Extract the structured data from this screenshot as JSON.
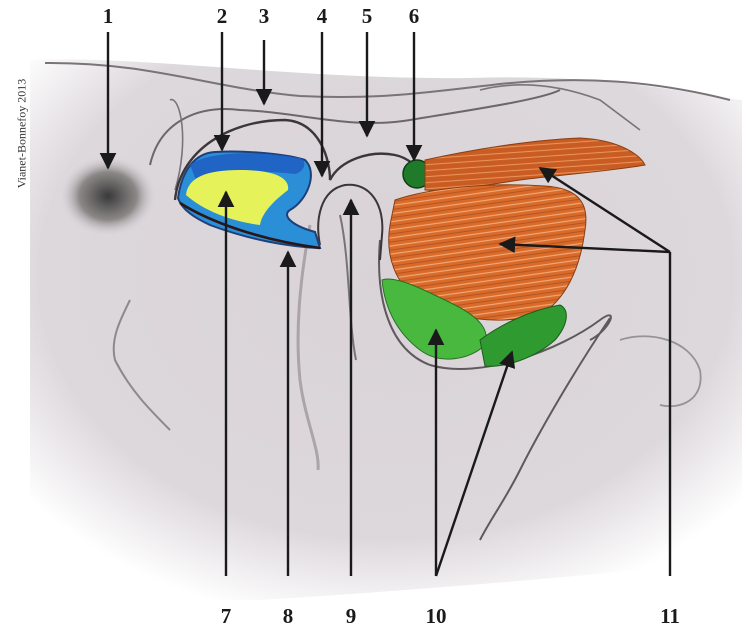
{
  "credit": "Vianet-Bonnefoy 2013",
  "labels_top": [
    "1",
    "2",
    "3",
    "4",
    "5",
    "6"
  ],
  "labels_bottom": [
    "7",
    "8",
    "9",
    "10",
    "11"
  ],
  "colors": {
    "background": "#ffffff",
    "bone_fill": "#dcd7da",
    "outline": "#4a4a4a",
    "disc_posterior_band": "#1f5fc4",
    "disc_outer": "#2a8fd6",
    "disc_inner_yellow": "#e6f25a",
    "lateral_pterygoid": "#d2692a",
    "lateral_pterygoid_light": "#e88a4a",
    "medial_pterygoid": "#3fb23a",
    "small_green": "#1f7a2a",
    "arrow": "#1a1a1a"
  }
}
